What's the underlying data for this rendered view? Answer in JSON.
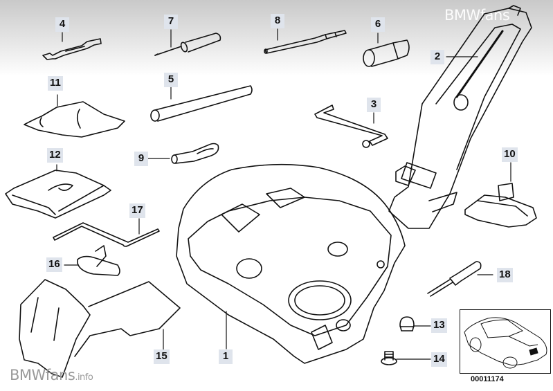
{
  "watermark": {
    "top_text": "BMWfans",
    "bottom_text": "BMWfans",
    "bottom_suffix": ".info"
  },
  "diagram_code": "00011174",
  "colors": {
    "label_bg": "#dfe4ec",
    "line": "#111111"
  },
  "parts": [
    {
      "id": "1",
      "name": "tool-tray"
    },
    {
      "id": "2",
      "name": "car-jack"
    },
    {
      "id": "3",
      "name": "wheel-wrench"
    },
    {
      "id": "4",
      "name": "open-end-wrench"
    },
    {
      "id": "5",
      "name": "box-spanner"
    },
    {
      "id": "6",
      "name": "spark-plug-socket"
    },
    {
      "id": "7",
      "name": "screwdriver"
    },
    {
      "id": "8",
      "name": "tommy-bar"
    },
    {
      "id": "9",
      "name": "towing-eye"
    },
    {
      "id": "10",
      "name": "warning-triangle-holder"
    },
    {
      "id": "11",
      "name": "cloth"
    },
    {
      "id": "12",
      "name": "tool-bag"
    },
    {
      "id": "13",
      "name": "cap-nut"
    },
    {
      "id": "14",
      "name": "screw"
    },
    {
      "id": "15",
      "name": "wheel-chock"
    },
    {
      "id": "16",
      "name": "strap"
    },
    {
      "id": "17",
      "name": "hex-key"
    },
    {
      "id": "18",
      "name": "screwdriver-small"
    }
  ]
}
